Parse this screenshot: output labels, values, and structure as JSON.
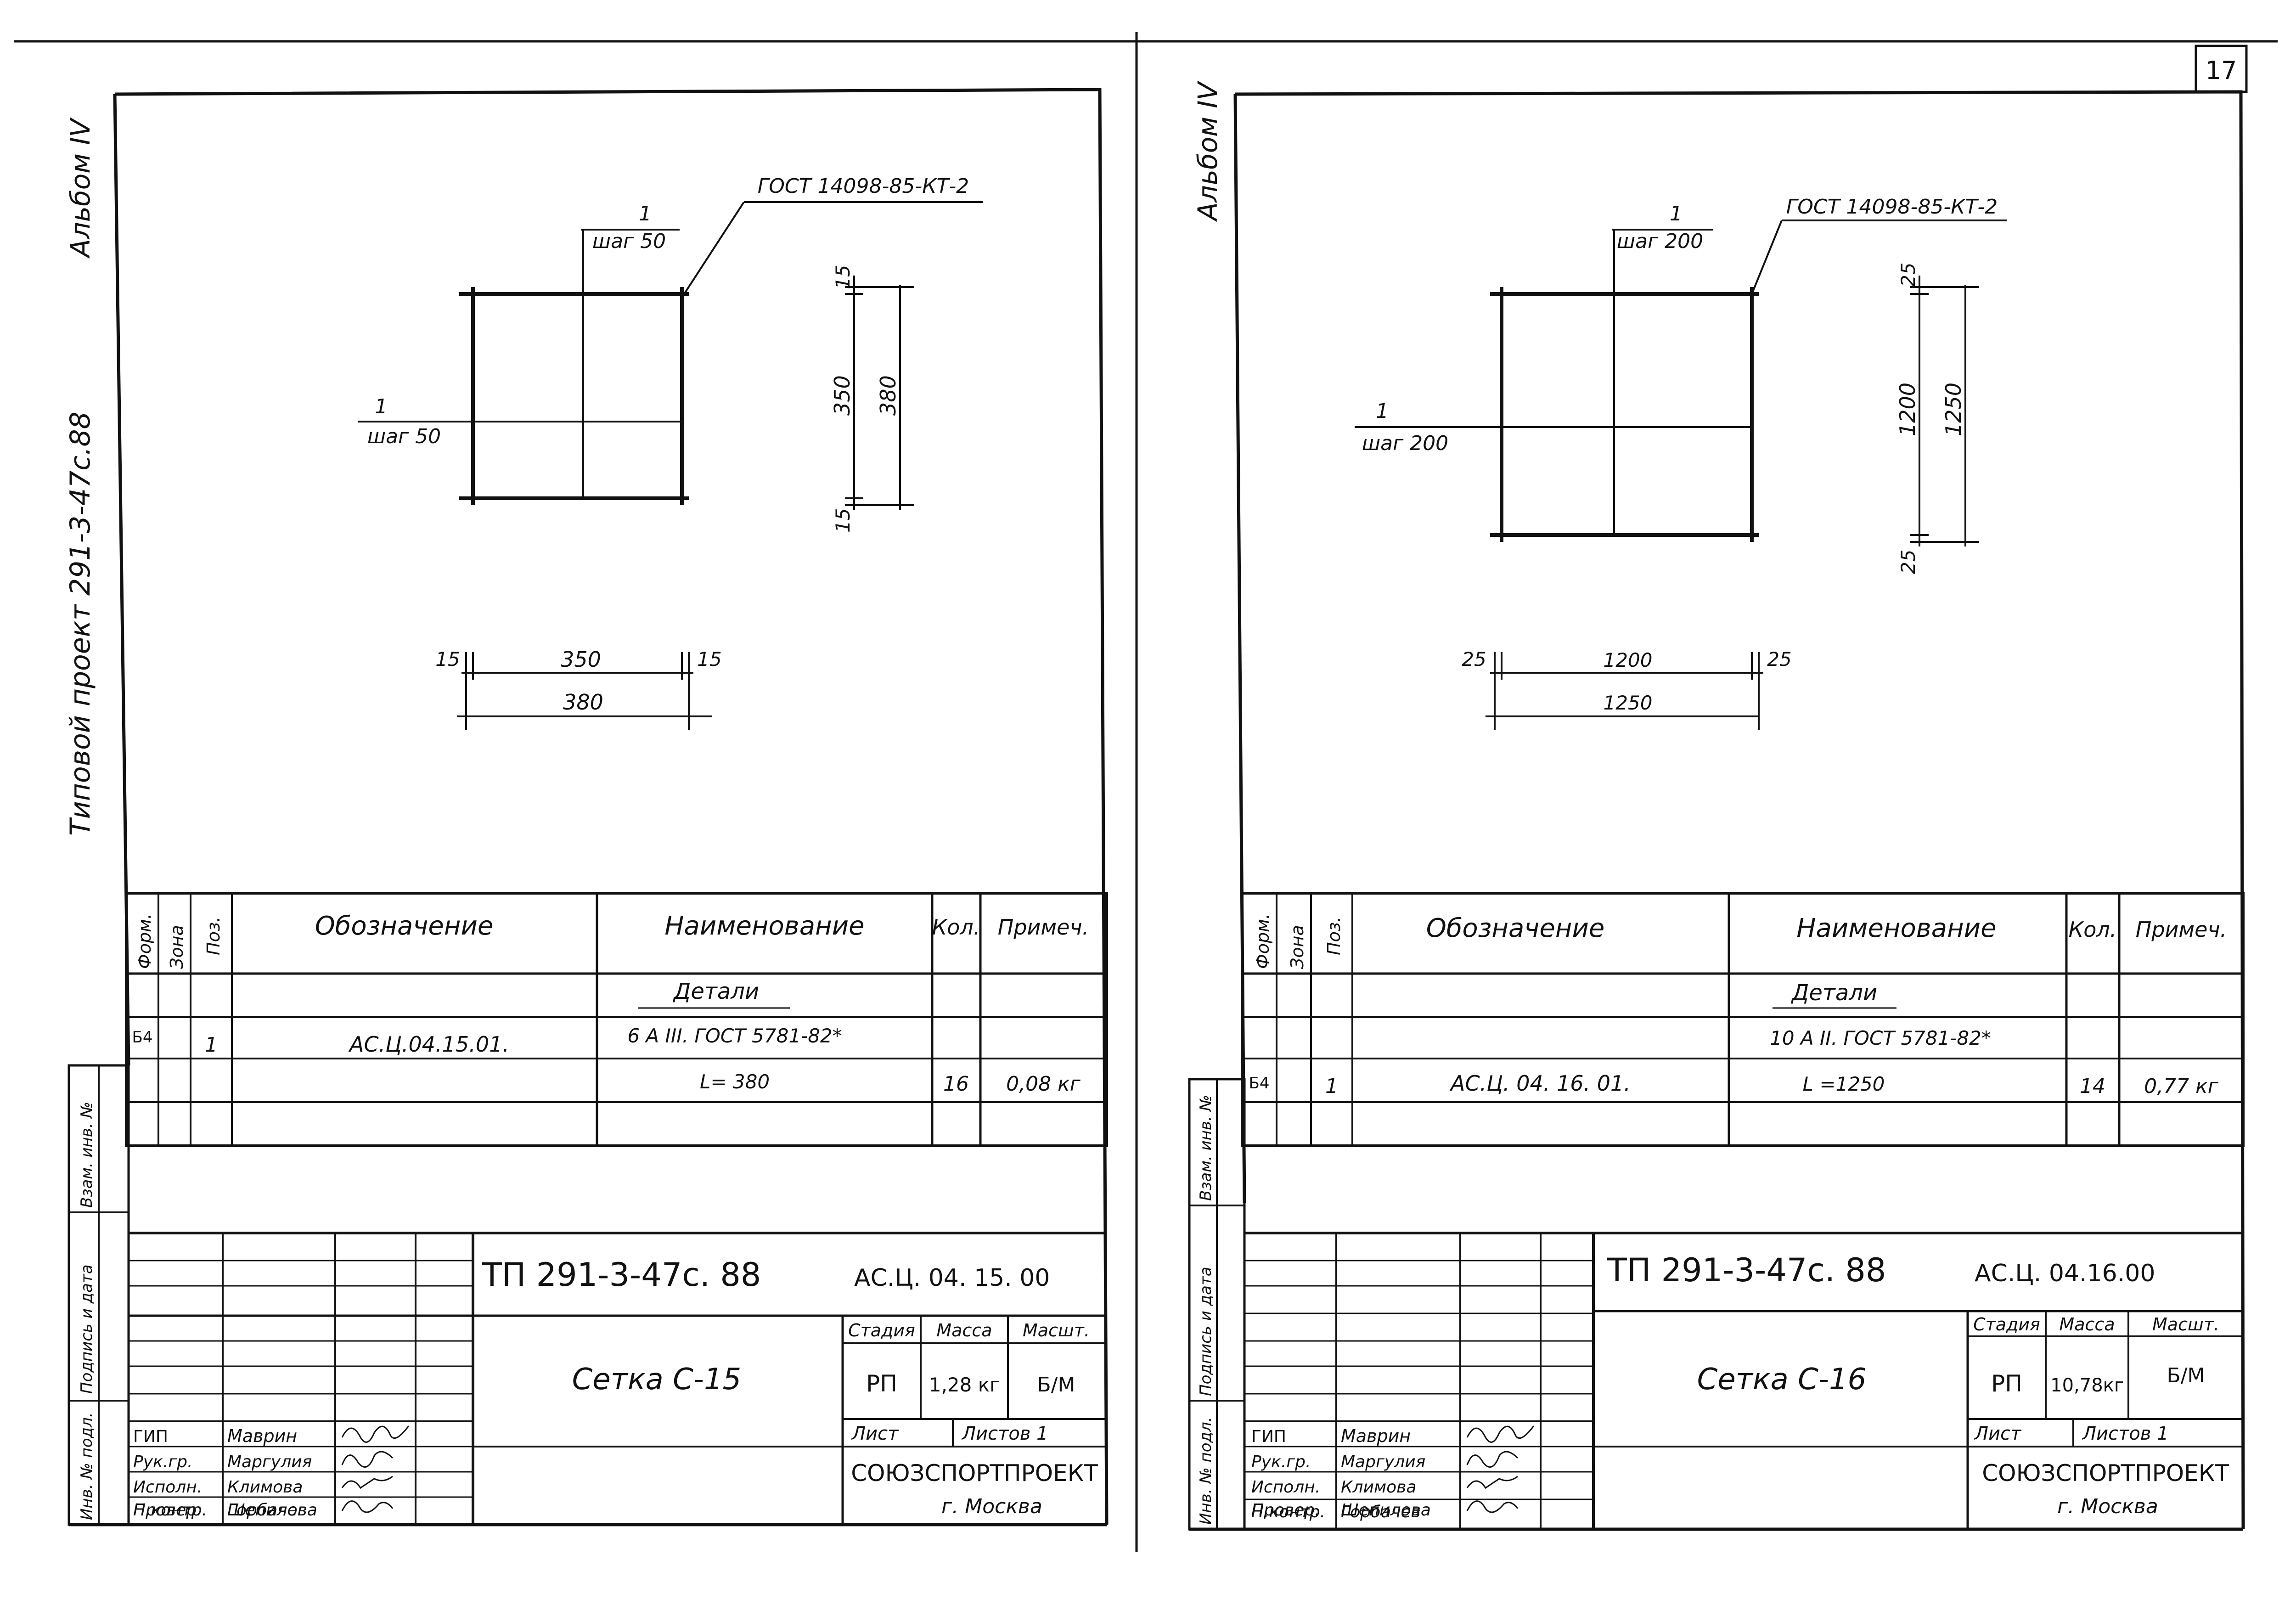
{
  "page_number": "17",
  "left_sheet": {
    "album": "Альбом IV",
    "project_vertical": "Типовой проект 291-3-47с.88",
    "mesh_leader": {
      "pos": "1",
      "step": "шаг 50"
    },
    "mesh_side": {
      "pos": "1",
      "step": "шаг 50"
    },
    "standard": "ГОСТ 14098-85-КТ-2",
    "dim_v": {
      "edge_top": "15",
      "inner": "350",
      "outer": "380",
      "edge_bottom": "15"
    },
    "dim_h": {
      "edge_left": "15",
      "inner": "350",
      "edge_right": "15",
      "outer": "380"
    },
    "table": {
      "headers": {
        "format": "Форм.",
        "zone": "Зона",
        "pos": "Поз.",
        "designation": "Обозначение",
        "name": "Наименование",
        "qty": "Кол.",
        "note": "Примеч."
      },
      "section": "Детали",
      "row_format": "Б4",
      "row_pos": "1",
      "row_designation": "АС.Ц.04.15.01.",
      "row_name": "6 А III. ГОСТ 5781-82*",
      "row_length": "L= 380",
      "row_qty": "16",
      "row_note": "0,08 кг"
    },
    "side_labels": {
      "inv_sub": "Инв. № подл.",
      "sign_date": "Подпись и дата",
      "vzam": "Взам. инв. №"
    },
    "stamp": {
      "project": "ТП   291-3-47с. 88",
      "code": "АС.Ц. 04. 15. 00",
      "title": "Сетка   С-15",
      "stage_h": "Стадия",
      "mass_h": "Масса",
      "scale_h": "Масшт.",
      "stage": "РП",
      "mass": "1,28 кг",
      "scale": "Б/М",
      "sheet_h": "Лист",
      "sheets_h": "Листов 1",
      "org": "СОЮЗСПОРТПРОЕКТ",
      "city": "г. Москва",
      "roles": [
        "ГИП",
        "Рук.гр.",
        "Исполн.",
        "Провер.",
        "Н.контр."
      ],
      "names": [
        "Маврин",
        "Маргулия",
        "Климова",
        "Шепилова",
        "Горбачев"
      ]
    }
  },
  "right_sheet": {
    "album": "Альбом IV",
    "mesh_leader": {
      "pos": "1",
      "step": "шаг 200"
    },
    "mesh_side": {
      "pos": "1",
      "step": "шаг 200"
    },
    "standard": "ГОСТ 14098-85-КТ-2",
    "dim_v": {
      "edge_top": "25",
      "inner": "1200",
      "outer": "1250",
      "edge_bottom": "25"
    },
    "dim_h": {
      "edge_left": "25",
      "inner": "1200",
      "edge_right": "25",
      "outer": "1250"
    },
    "table": {
      "headers": {
        "format": "Форм.",
        "zone": "Зона",
        "pos": "Поз.",
        "designation": "Обозначение",
        "name": "Наименование",
        "qty": "Кол.",
        "note": "Примеч."
      },
      "section": "Детали",
      "row_format": "Б4",
      "row_pos": "1",
      "row_designation": "АС.Ц. 04. 16. 01.",
      "row_name": "10 А II. ГОСТ 5781-82*",
      "row_length": "L =1250",
      "row_qty": "14",
      "row_note": "0,77 кг"
    },
    "side_labels": {
      "inv_sub": "Инв. № подл.",
      "sign_date": "Подпись и дата",
      "vzam": "Взам. инв. №"
    },
    "stamp": {
      "project": "ТП  291-3-47с. 88",
      "code": "АС.Ц. 04.16.00",
      "title": "Сетка   С-16",
      "stage_h": "Стадия",
      "mass_h": "Масса",
      "scale_h": "Масшт.",
      "stage": "РП",
      "mass": "10,78кг",
      "scale": "Б/М",
      "sheet_h": "Лист",
      "sheets_h": "Листов 1",
      "org": "СОЮЗСПОРТПРОЕКТ",
      "city": "г. Москва",
      "roles": [
        "ГИП",
        "Рук.гр.",
        "Исполн.",
        "Провер.",
        "Н.контр."
      ],
      "names": [
        "Маврин",
        "Маргулия",
        "Климова",
        "Шепилова",
        "Горбачев"
      ]
    }
  }
}
